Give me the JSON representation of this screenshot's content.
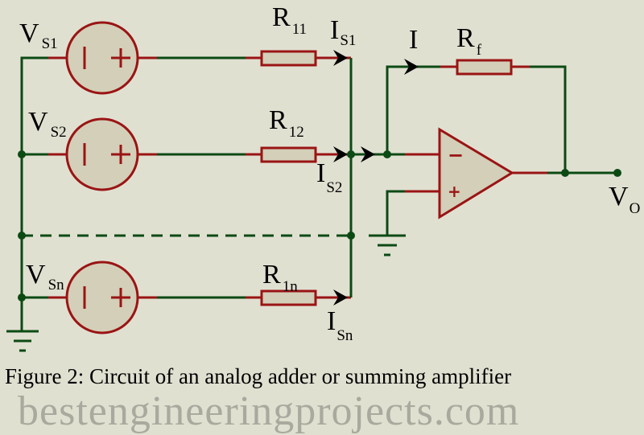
{
  "labels": {
    "vs1": {
      "main": "V",
      "sub": "S1"
    },
    "vs2": {
      "main": "V",
      "sub": "S2"
    },
    "vsn": {
      "main": "V",
      "sub": "Sn"
    },
    "r11": {
      "main": "R",
      "sub": "11"
    },
    "r12": {
      "main": "R",
      "sub": "12"
    },
    "r1n": {
      "main": "R",
      "sub": "1n"
    },
    "rf": {
      "main": "R",
      "sub": "f"
    },
    "is1": {
      "main": "I",
      "sub": "S1"
    },
    "is2": {
      "main": "I",
      "sub": "S2"
    },
    "isn": {
      "main": "I",
      "sub": "Sn"
    },
    "i": {
      "main": "I"
    },
    "vo": {
      "main": "V",
      "sub": "O"
    },
    "opamp_minus": "−",
    "opamp_plus": "+"
  },
  "watermark": "bestengineeringprojects.com",
  "caption": "Figure 2: Circuit of an analog adder or summing amplifier",
  "colors": {
    "background": "#e0e0d1",
    "wire": "#0c4a14",
    "component": "#9a1414",
    "component_fill": "#d3cfb8"
  }
}
